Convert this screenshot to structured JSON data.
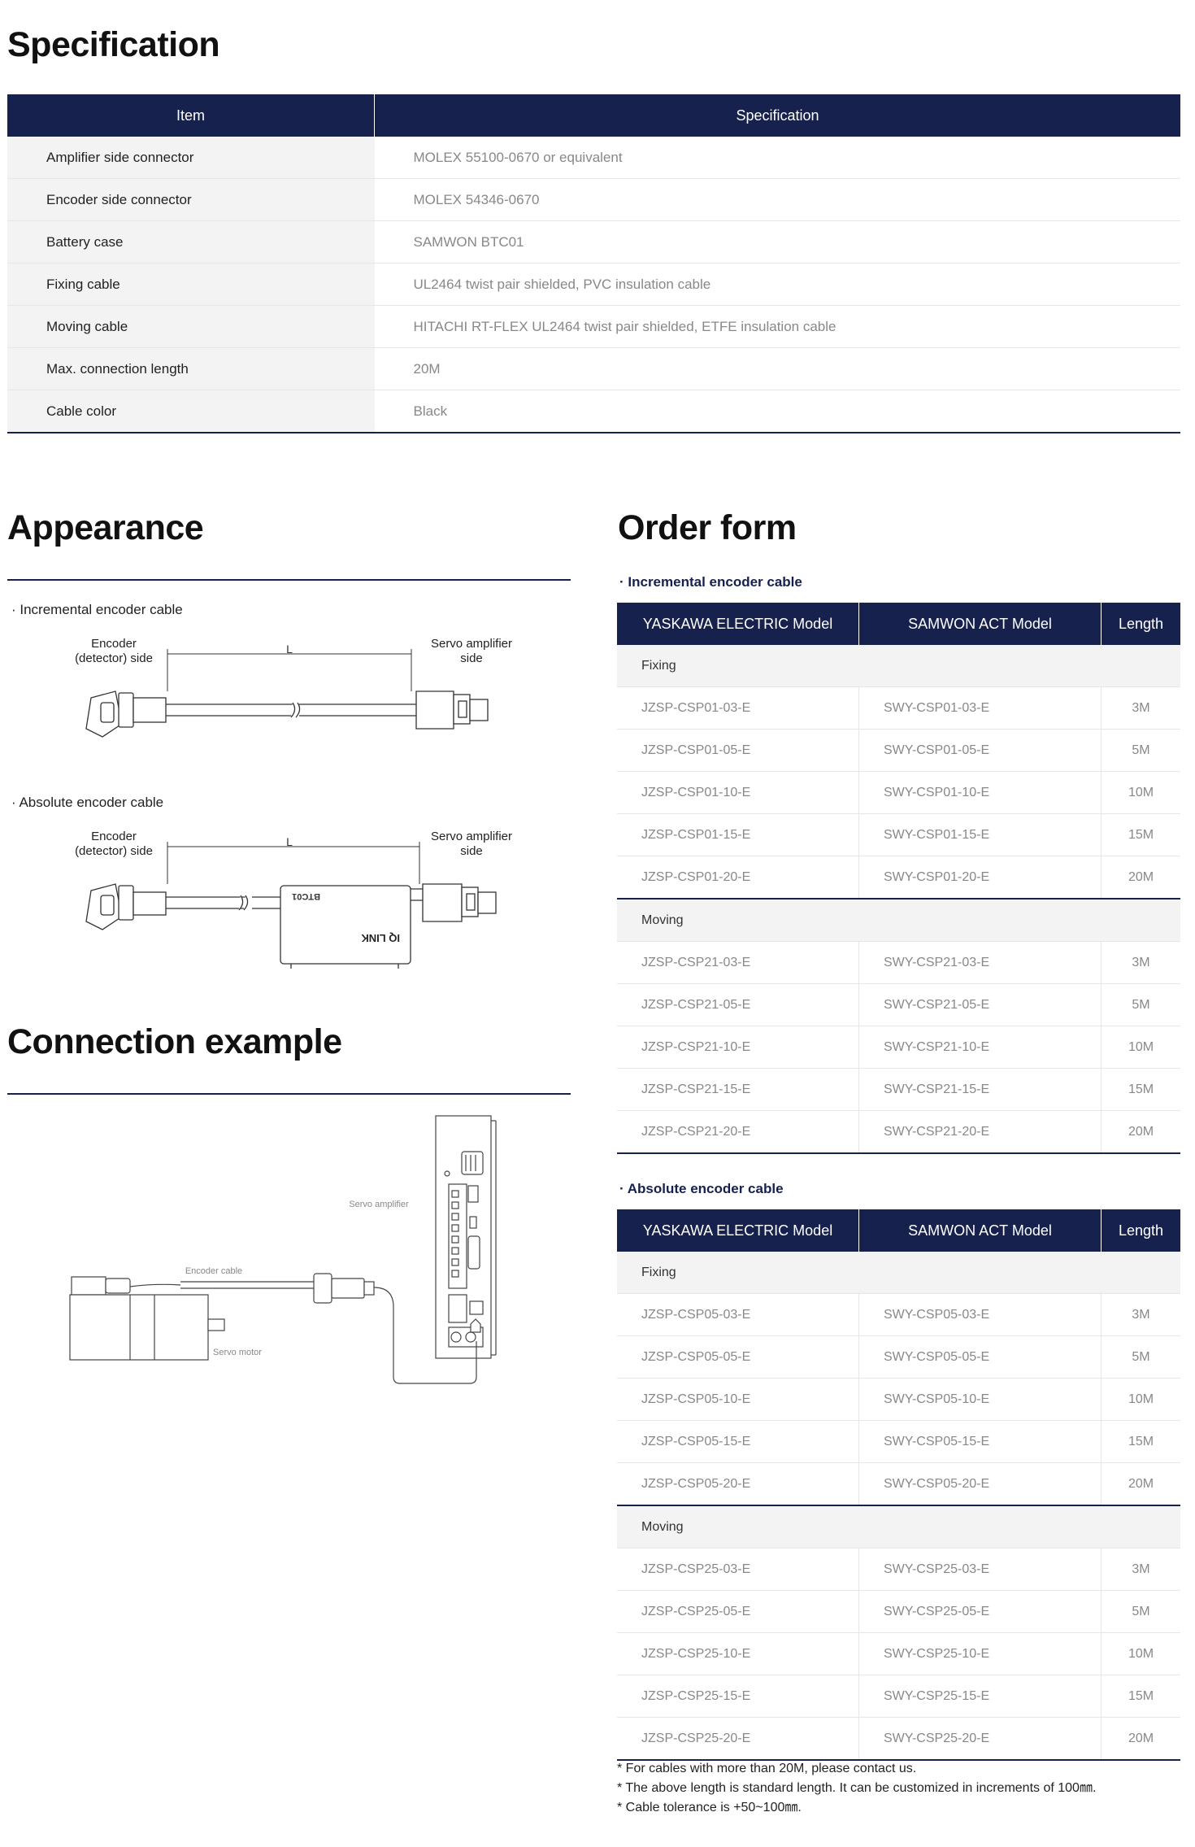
{
  "spec_section": {
    "title": "Specification",
    "headers": [
      "Item",
      "Specification"
    ],
    "rows": [
      {
        "item": "Amplifier side connector",
        "value": "MOLEX 55100-0670 or equivalent"
      },
      {
        "item": "Encoder side connector",
        "value": "MOLEX 54346-0670"
      },
      {
        "item": "Battery case",
        "value": "SAMWON BTC01"
      },
      {
        "item": "Fixing cable",
        "value": "UL2464 twist pair shielded, PVC insulation cable"
      },
      {
        "item": "Moving cable",
        "value": "HITACHI RT-FLEX UL2464 twist pair shielded, ETFE insulation cable"
      },
      {
        "item": "Max. connection length",
        "value": "20M"
      },
      {
        "item": "Cable color",
        "value": "Black"
      }
    ]
  },
  "appearance": {
    "title": "Appearance",
    "incremental": {
      "label": "· Incremental encoder cable",
      "encoder_line1": "Encoder",
      "encoder_line2": "(detector) side",
      "amp_line1": "Servo amplifier",
      "amp_line2": "side",
      "length": "L"
    },
    "absolute": {
      "label": "· Absolute encoder cable",
      "encoder_line1": "Encoder",
      "encoder_line2": "(detector) side",
      "amp_line1": "Servo amplifier",
      "amp_line2": "side",
      "length": "L",
      "battery_model": "BTC01",
      "battery_brand": "IQ LINK"
    }
  },
  "connection": {
    "title": "Connection example",
    "servo_amplifier": "Servo amplifier",
    "encoder_cable": "Encoder cable",
    "servo_motor": "Servo motor"
  },
  "order_form": {
    "title": "Order form",
    "headers": [
      "YASKAWA ELECTRIC Model",
      "SAMWON ACT Model",
      "Length"
    ],
    "incremental": {
      "label": "· Incremental encoder cable",
      "fixing_label": "Fixing",
      "fixing": [
        [
          "JZSP-CSP01-03-E",
          "SWY-CSP01-03-E",
          "3M"
        ],
        [
          "JZSP-CSP01-05-E",
          "SWY-CSP01-05-E",
          "5M"
        ],
        [
          "JZSP-CSP01-10-E",
          "SWY-CSP01-10-E",
          "10M"
        ],
        [
          "JZSP-CSP01-15-E",
          "SWY-CSP01-15-E",
          "15M"
        ],
        [
          "JZSP-CSP01-20-E",
          "SWY-CSP01-20-E",
          "20M"
        ]
      ],
      "moving_label": "Moving",
      "moving": [
        [
          "JZSP-CSP21-03-E",
          "SWY-CSP21-03-E",
          "3M"
        ],
        [
          "JZSP-CSP21-05-E",
          "SWY-CSP21-05-E",
          "5M"
        ],
        [
          "JZSP-CSP21-10-E",
          "SWY-CSP21-10-E",
          "10M"
        ],
        [
          "JZSP-CSP21-15-E",
          "SWY-CSP21-15-E",
          "15M"
        ],
        [
          "JZSP-CSP21-20-E",
          "SWY-CSP21-20-E",
          "20M"
        ]
      ]
    },
    "absolute": {
      "label": "· Absolute encoder cable",
      "fixing_label": "Fixing",
      "fixing": [
        [
          "JZSP-CSP05-03-E",
          "SWY-CSP05-03-E",
          "3M"
        ],
        [
          "JZSP-CSP05-05-E",
          "SWY-CSP05-05-E",
          "5M"
        ],
        [
          "JZSP-CSP05-10-E",
          "SWY-CSP05-10-E",
          "10M"
        ],
        [
          "JZSP-CSP05-15-E",
          "SWY-CSP05-15-E",
          "15M"
        ],
        [
          "JZSP-CSP05-20-E",
          "SWY-CSP05-20-E",
          "20M"
        ]
      ],
      "moving_label": "Moving",
      "moving": [
        [
          "JZSP-CSP25-03-E",
          "SWY-CSP25-03-E",
          "3M"
        ],
        [
          "JZSP-CSP25-05-E",
          "SWY-CSP25-05-E",
          "5M"
        ],
        [
          "JZSP-CSP25-10-E",
          "SWY-CSP25-10-E",
          "10M"
        ],
        [
          "JZSP-CSP25-15-E",
          "SWY-CSP25-15-E",
          "15M"
        ],
        [
          "JZSP-CSP25-20-E",
          "SWY-CSP25-20-E",
          "20M"
        ]
      ]
    },
    "notes": [
      "* For cables with more than 20M, please contact us.",
      "* The above length is standard length. It can be customized in increments of 100㎜.",
      "* Cable tolerance is +50~100㎜."
    ]
  },
  "colors": {
    "navy": "#16214e",
    "row_grey": "#f3f3f3",
    "muted_text": "#888888"
  }
}
